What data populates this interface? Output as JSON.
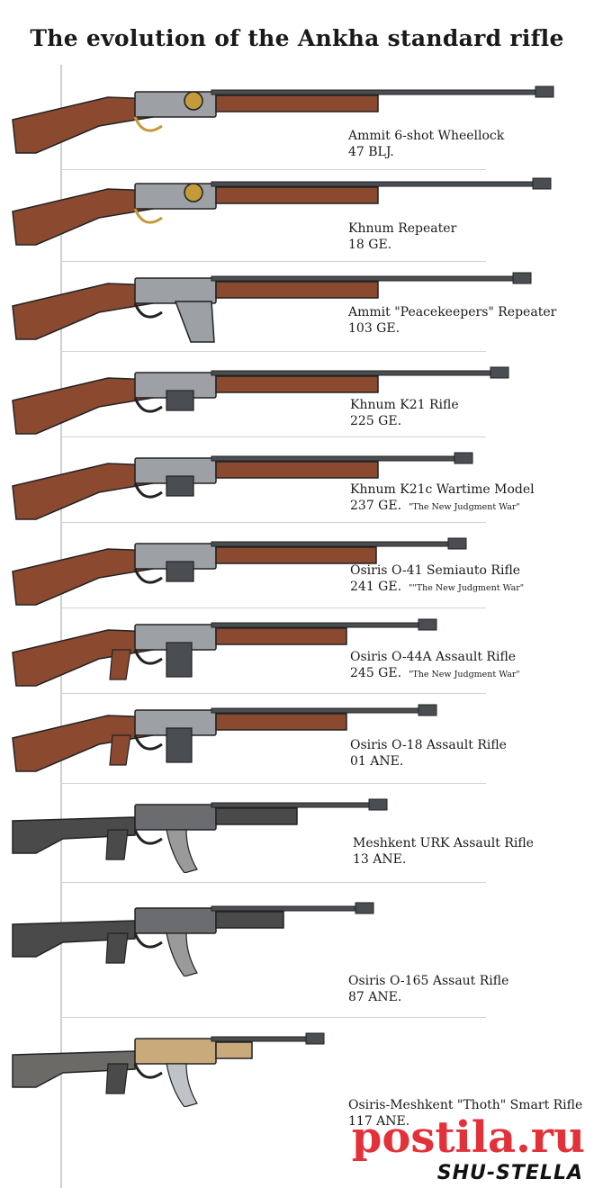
{
  "title": "The evolution of the Ankha standard rifle",
  "colors": {
    "wood": "#8b4a2f",
    "wood_dark": "#5a2e1a",
    "steel": "#9da0a4",
    "steel_dark": "#4a4d52",
    "brass": "#c49a3a",
    "polymer": "#4a4a4a",
    "tan": "#c9aa7a",
    "timeline": "#d0d0d0"
  },
  "rifles": [
    {
      "name": "Ammit 6-shot Wheellock",
      "date": "47 BLJ.",
      "note": "",
      "style": "wood-long"
    },
    {
      "name": "Khnum Repeater",
      "date": "18 GE.",
      "note": "",
      "style": "wood-long"
    },
    {
      "name": "Ammit \"Peacekeepers\" Repeater",
      "date": "103 GE.",
      "note": "",
      "style": "wood-box"
    },
    {
      "name": "Khnum K21 Rifle",
      "date": "225 GE.",
      "note": "",
      "style": "wood-bolt"
    },
    {
      "name": "Khnum K21c Wartime Model",
      "date": "237 GE.",
      "note": "\"The New Judgment War\"",
      "style": "wood-bolt"
    },
    {
      "name": "Osiris O-41 Semiauto Rifle",
      "date": "241 GE.",
      "note": "\"\"The New Judgment War\"",
      "style": "wood-semi"
    },
    {
      "name": "Osiris O-44A Assault Rifle",
      "date": "245 GE.",
      "note": "\"The New Judgment War\"",
      "style": "wood-assault"
    },
    {
      "name": "Osiris O-18 Assault Rifle",
      "date": "01 ANE.",
      "note": "",
      "style": "wood-assault"
    },
    {
      "name": "Meshkent URK Assault Rifle",
      "date": "13 ANE.",
      "note": "",
      "style": "polymer"
    },
    {
      "name": "Osiris O-165 Assaut Rifle",
      "date": "87 ANE.",
      "note": "",
      "style": "polymer"
    },
    {
      "name": "Osiris-Meshkent \"Thoth\" Smart Rifle",
      "date": "117 ANE.",
      "note": "",
      "style": "tan"
    }
  ],
  "watermark": "SHU-STELLA",
  "overlay": "postila.ru"
}
